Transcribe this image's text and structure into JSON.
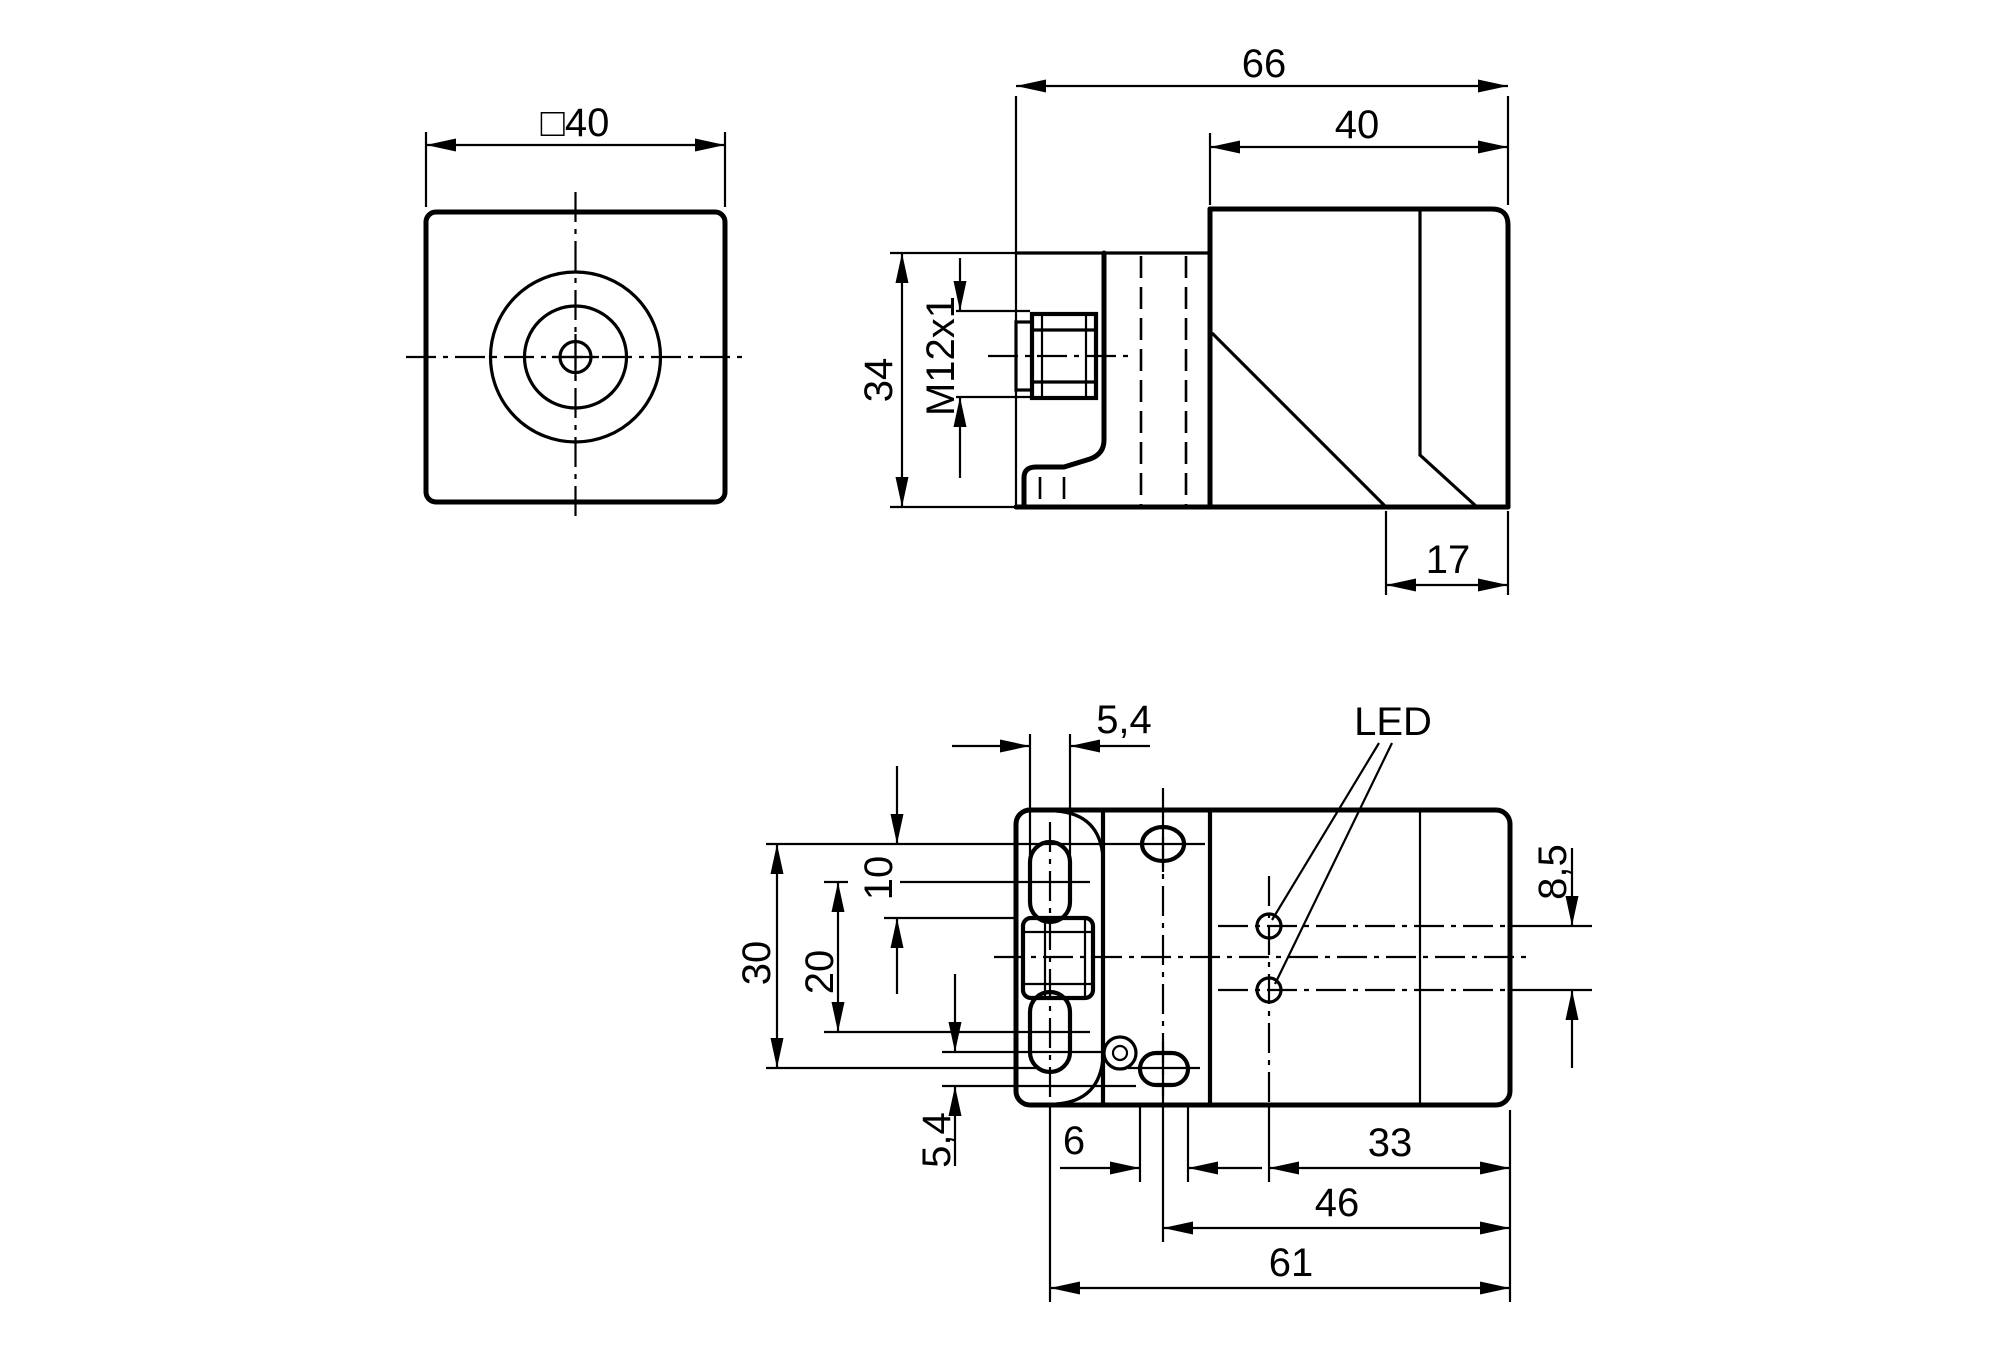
{
  "front_view": {
    "size_label": "□40"
  },
  "side_view": {
    "total_length": "66",
    "head_length": "40",
    "height": "34",
    "thread_label": "M12x1",
    "bottom_flat": "17"
  },
  "top_view": {
    "slot_width_top": "5,4",
    "led_label": "LED",
    "hole_spacing": "30",
    "slot_spacing": "20",
    "hole_offset": "10",
    "slot_width_bottom": "5,4",
    "led_offset": "8,5",
    "screw_slot_width": "6",
    "led_to_face": "33",
    "screw_to_face": "46",
    "slot_to_face": "61"
  }
}
